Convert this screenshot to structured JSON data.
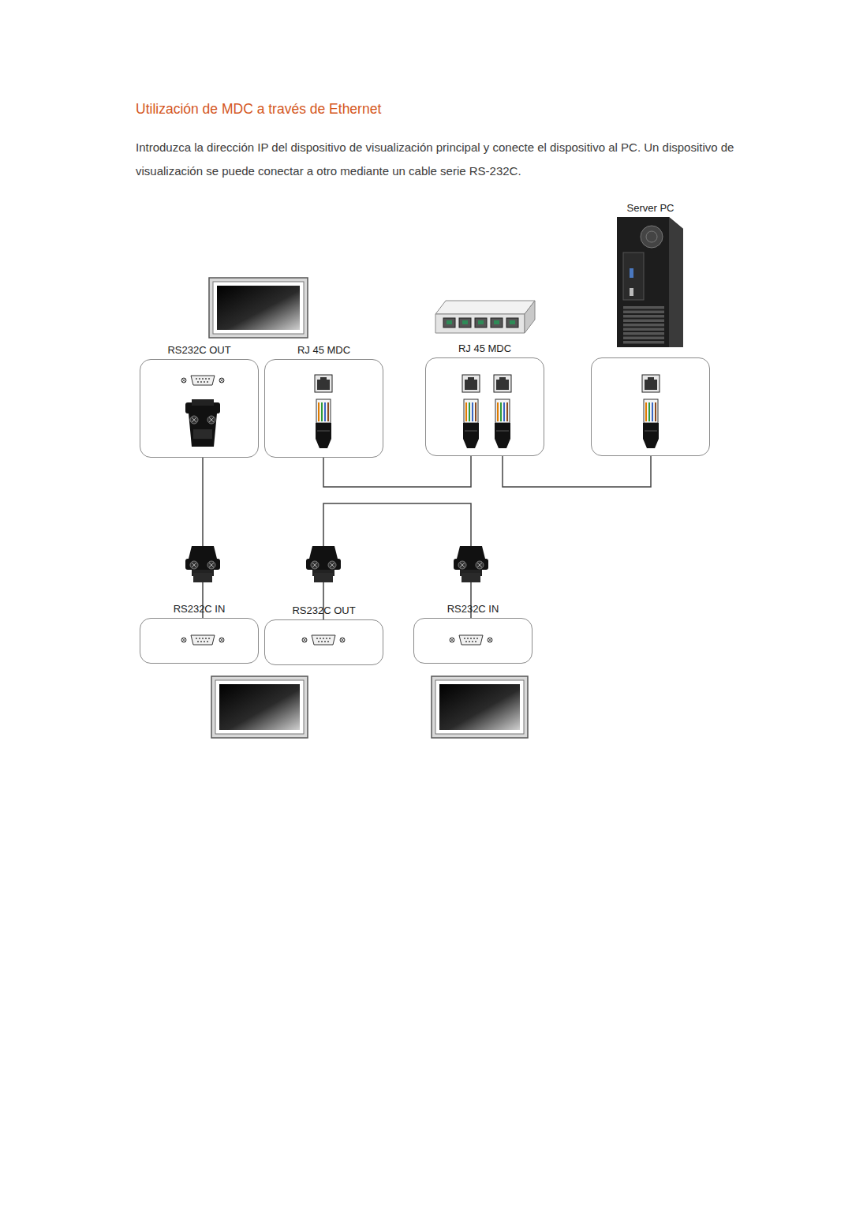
{
  "diagram": {
    "title": "Utilización de MDC a través de Ethernet",
    "nodes": [
      {
        "text": [
          "RS232C OUT"
        ]
      },
      {
        "text": [
          "RJ 45 MDC"
        ]
      },
      {
        "text": [
          "RJ 45 MDC"
        ]
      },
      {
        "text": [
          "Server PC"
        ]
      },
      {
        "text": [
          "RS232C IN"
        ]
      },
      {
        "text": [
          "RS232C OUT"
        ]
      },
      {
        "text": [
          "RS232C IN"
        ]
      }
    ],
    "edges": [
      {
        "from": 0,
        "to": 4,
        "arrow": "none"
      },
      {
        "from": 1,
        "to": 2,
        "arrow": "none"
      },
      {
        "from": 2,
        "to": 3,
        "arrow": "none"
      },
      {
        "from": 5,
        "to": 6,
        "arrow": "none"
      }
    ],
    "labels": [
      "Introduzca la dirección IP del dispositivo de visualización principal y conecte el dispositivo al PC. Un dispositivo de visualización se puede conectar a otro mediante un cable serie RS-232C."
    ]
  }
}
